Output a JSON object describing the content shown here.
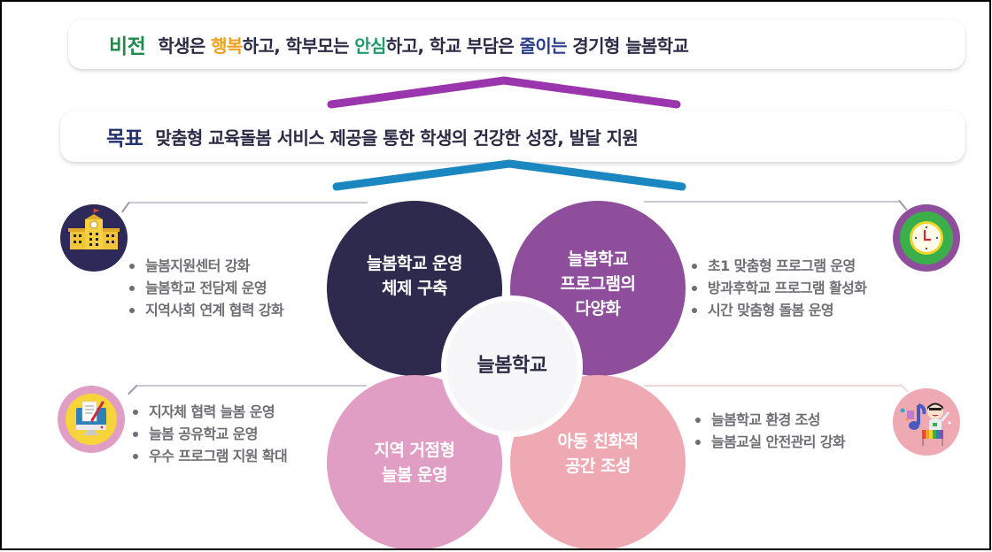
{
  "vision": {
    "label": "비전",
    "segments": [
      {
        "text": "학생은 ",
        "style": "normal"
      },
      {
        "text": "행복",
        "style": "orange"
      },
      {
        "text": "하고, 학부모는 ",
        "style": "normal"
      },
      {
        "text": "안심",
        "style": "green"
      },
      {
        "text": "하고, 학교 부담은 ",
        "style": "normal"
      },
      {
        "text": "줄이는",
        "style": "blue"
      },
      {
        "text": " 경기형 늘봄학교",
        "style": "normal"
      }
    ]
  },
  "goal": {
    "label": "목표",
    "text": "맞춤형 교육돌봄 서비스 제공을 통한 학생의 건강한 성장, 발달 지원"
  },
  "center": {
    "label": "늘봄학교"
  },
  "quadrants": [
    {
      "position": "top-left",
      "title": "늘봄학교 운영\n체제 구축",
      "icon": "school-building-icon",
      "color": "#2d2a4d",
      "bullets": [
        "늘봄지원센터 강화",
        "늘봄학교 전담제 운영",
        "지역사회 연계 협력 강화"
      ]
    },
    {
      "position": "top-right",
      "title": "늘봄학교\n프로그램의\n다양화",
      "icon": "clock-icon",
      "color": "#8e4e9c",
      "bullets": [
        "초1 맞춤형 프로그램 운영",
        "방과후학교 프로그램 활성화",
        "시간 맞춤형 돌봄 운영"
      ]
    },
    {
      "position": "bottom-left",
      "title": "지역 거점형\n늘봄 운영",
      "icon": "computer-document-icon",
      "color": "#e19ec4",
      "bullets": [
        "지자체 협력 늘봄 운영",
        "늘봄 공유학교 운영",
        "우수 프로그램 지원 확대"
      ]
    },
    {
      "position": "bottom-right",
      "title": "아동 친화적\n공간 조성",
      "icon": "child-music-icon",
      "color": "#efa9b3",
      "bullets": [
        "늘봄학교 환경 조성",
        "늘봄교실 안전관리 강화"
      ]
    }
  ],
  "colors": {
    "vision_label": "#1f8a4c",
    "goal_label": "#23326f",
    "highlight_orange": "#f0a020",
    "highlight_green": "#1f9b6a",
    "highlight_blue": "#2b3e8c",
    "chevron_purple": "#9b35ad",
    "chevron_blue": "#1b87c0"
  }
}
